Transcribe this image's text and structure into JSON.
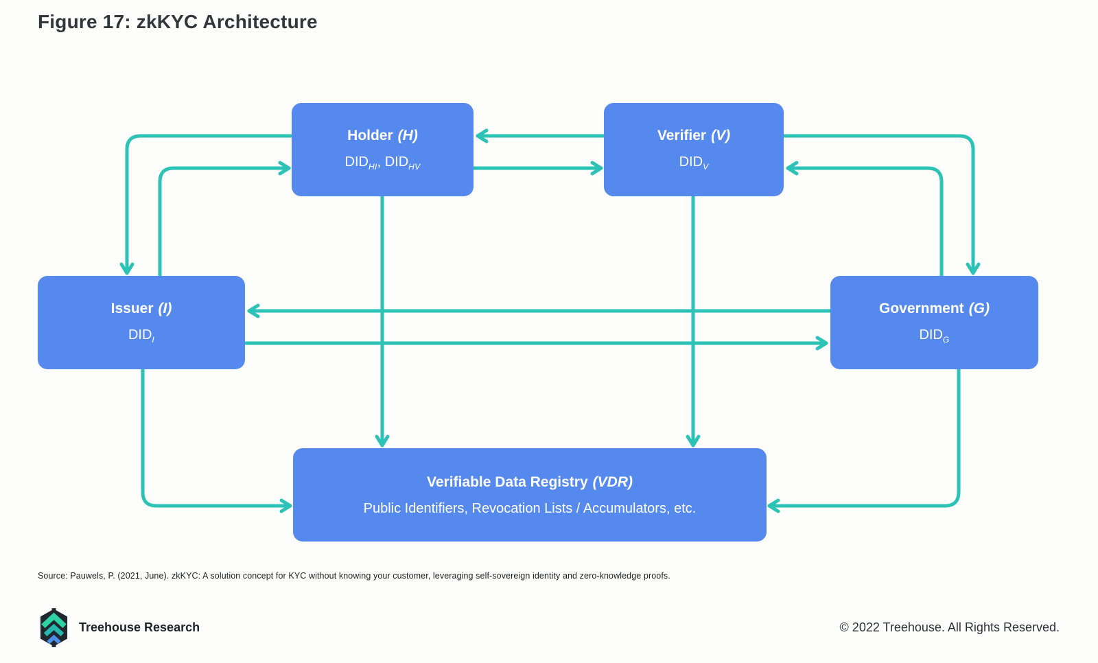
{
  "figure": {
    "title": "Figure 17: zkKYC Architecture"
  },
  "boxes": {
    "holder": {
      "name": "Holder",
      "symbol": "(H)",
      "did1": "DID",
      "did1_sub": "HI",
      "separator": ", ",
      "did2": "DID",
      "did2_sub": "HV"
    },
    "verifier": {
      "name": "Verifier",
      "symbol": "(V)",
      "did": "DID",
      "did_sub": "V"
    },
    "issuer": {
      "name": "Issuer",
      "symbol": "(I)",
      "did": "DID",
      "did_sub": "I"
    },
    "government": {
      "name": "Government",
      "symbol": "(G)",
      "did": "DID",
      "did_sub": "G"
    },
    "vdr": {
      "name": "Verifiable Data Registry",
      "symbol": "(VDR)",
      "subtitle": "Public Identifiers, Revocation Lists / Accumulators, etc."
    }
  },
  "source": "Source: Pauwels, P. (2021, June). zkKYC: A solution concept for KYC without knowing your customer, leveraging self-sovereign identity and zero-knowledge proofs.",
  "footer": {
    "brand": "Treehouse Research",
    "copyright": "© 2022 Treehouse. All Rights Reserved."
  },
  "colors": {
    "box_blue": "#5689EE",
    "arrow_teal": "#2CC3B6",
    "title_dark": "#32373C",
    "logo_dark": "#20272E",
    "logo_green": "#2ED3A5",
    "logo_teal": "#26B8AE",
    "logo_blue": "#4D8FE8"
  }
}
